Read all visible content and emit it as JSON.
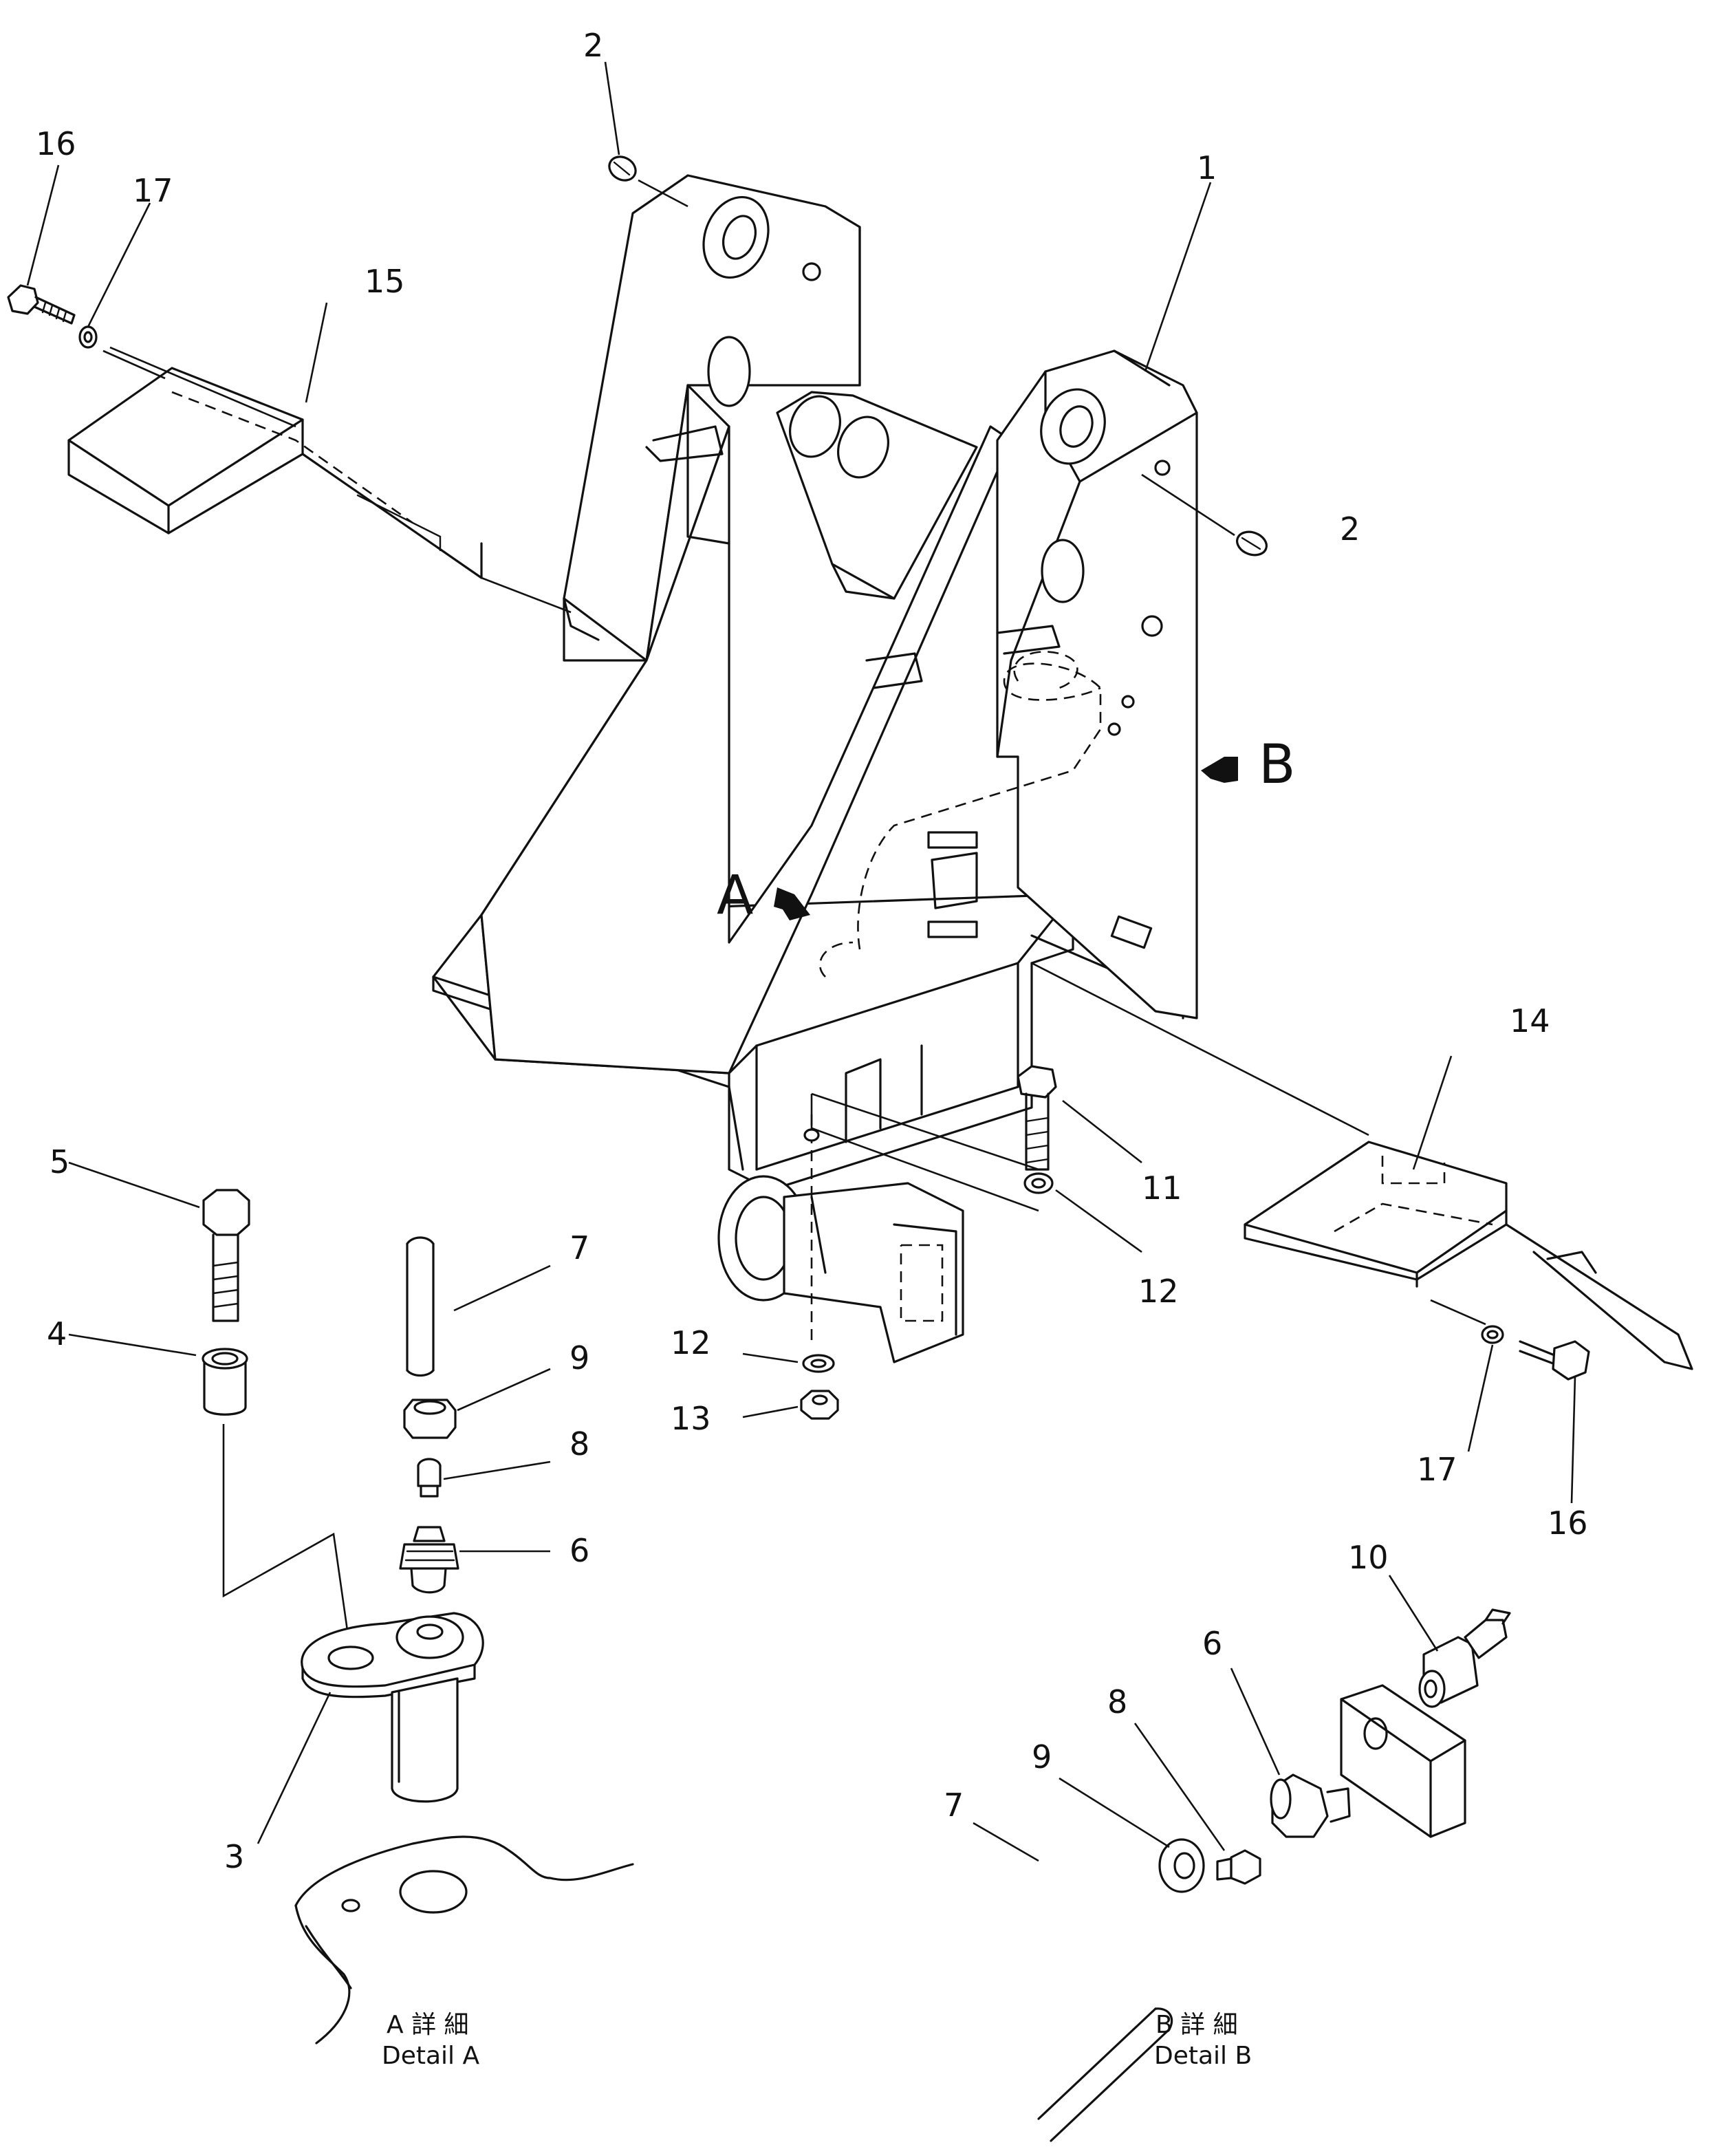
{
  "callouts": {
    "n1": "1",
    "n2a": "2",
    "n2b": "2",
    "n3": "3",
    "n4": "4",
    "n5": "5",
    "n6a": "6",
    "n6b": "6",
    "n7a": "7",
    "n7b": "7",
    "n8a": "8",
    "n8b": "8",
    "n9a": "9",
    "n9b": "9",
    "n10": "10",
    "n11": "11",
    "n12a": "12",
    "n12b": "12",
    "n13": "13",
    "n14": "14",
    "n15": "15",
    "n16a": "16",
    "n16b": "16",
    "n17a": "17",
    "n17b": "17"
  },
  "view_markers": {
    "a": "A",
    "b": "B"
  },
  "details": {
    "a_jp": "A 詳 細",
    "a_en": "Detail  A",
    "b_jp": "B 詳 細",
    "b_en": "Detail  B"
  }
}
